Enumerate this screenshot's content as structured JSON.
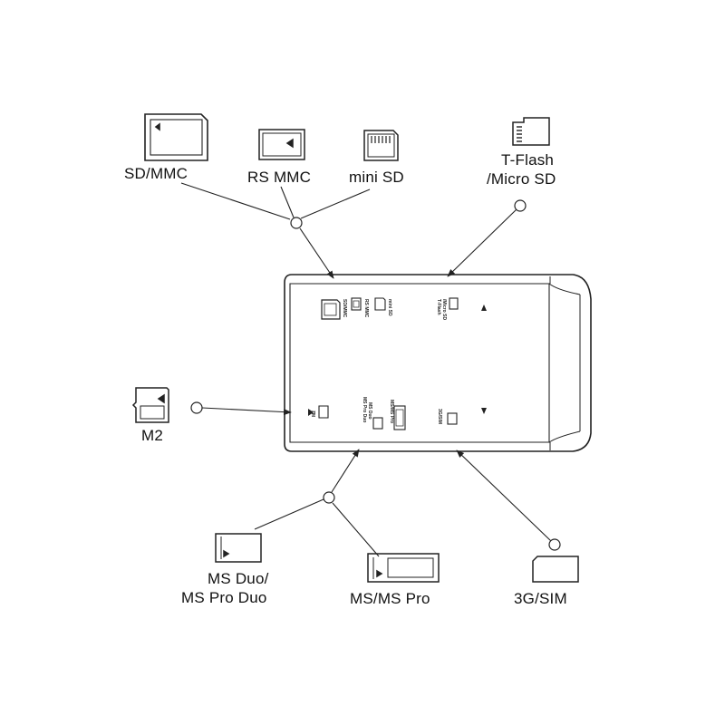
{
  "card_types": {
    "sd_mmc": "SD/MMC",
    "rs_mmc": "RS MMC",
    "mini_sd": "mini SD",
    "tflash_line1": "T-Flash",
    "tflash_line2": "/Micro SD",
    "m2": "M2",
    "ms_duo_line1": "MS Duo/",
    "ms_duo_line2": "MS Pro Duo",
    "ms_pro": "MS/MS Pro",
    "sim": "3G/SIM"
  },
  "device_slot_labels": {
    "sd_mmc": "SD/MMC",
    "rs_mmc": "RS MMC",
    "mini_sd": "mini SD",
    "tflash_line1": "T-Flash",
    "tflash_line2": "/Micro SD",
    "m2": "M2",
    "ms_duo_line1": "MS Duo",
    "ms_duo_line2": "MS Pro Duo",
    "ms_pro": "MS/MS Pro",
    "sim": "3G/SIM"
  },
  "colors": {
    "stroke": "#222222",
    "background": "#ffffff"
  }
}
